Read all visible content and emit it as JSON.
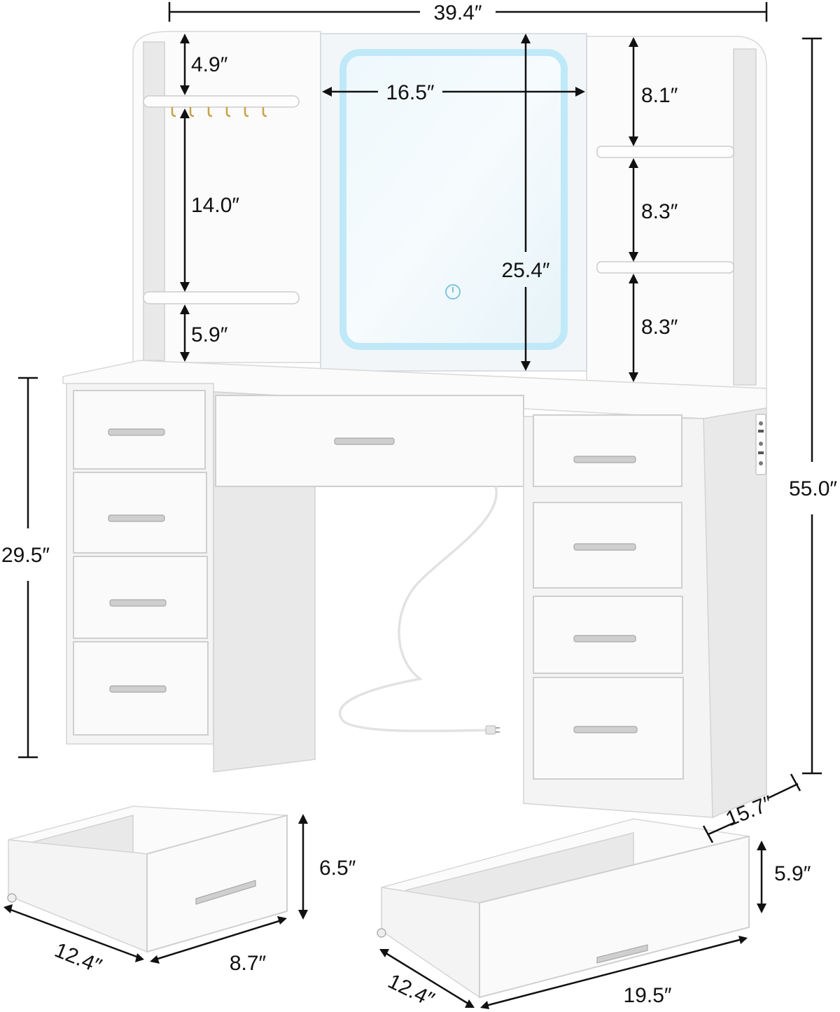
{
  "product": {
    "colors": {
      "body": "#f4f4f4",
      "mirror_glow": "#bfe9f8",
      "dimension_lines": "#111111"
    },
    "icons": [
      "touch-power-icon",
      "power-outlet-icon",
      "usb-port-icon",
      "plug-icon",
      "jewelry-hook-icon"
    ]
  },
  "dimensions": {
    "overall_width": "39.4″",
    "mirror_width": "16.5″",
    "mirror_height": "25.4″",
    "overall_height": "55.0″",
    "desk_height": "29.5″",
    "depth": "15.7″",
    "left_top_gap": "4.9″",
    "left_shelf_gap": "14.0″",
    "left_bottom_gap": "5.9″",
    "right_top_gap": "8.1″",
    "right_mid_gap": "8.3″",
    "right_bottom_gap": "8.3″",
    "small_drawer_height": "6.5″",
    "small_drawer_depth": "12.4″",
    "small_drawer_width": "8.7″",
    "large_drawer_height": "5.9″",
    "large_drawer_depth": "12.4″",
    "large_drawer_width": "19.5″"
  }
}
